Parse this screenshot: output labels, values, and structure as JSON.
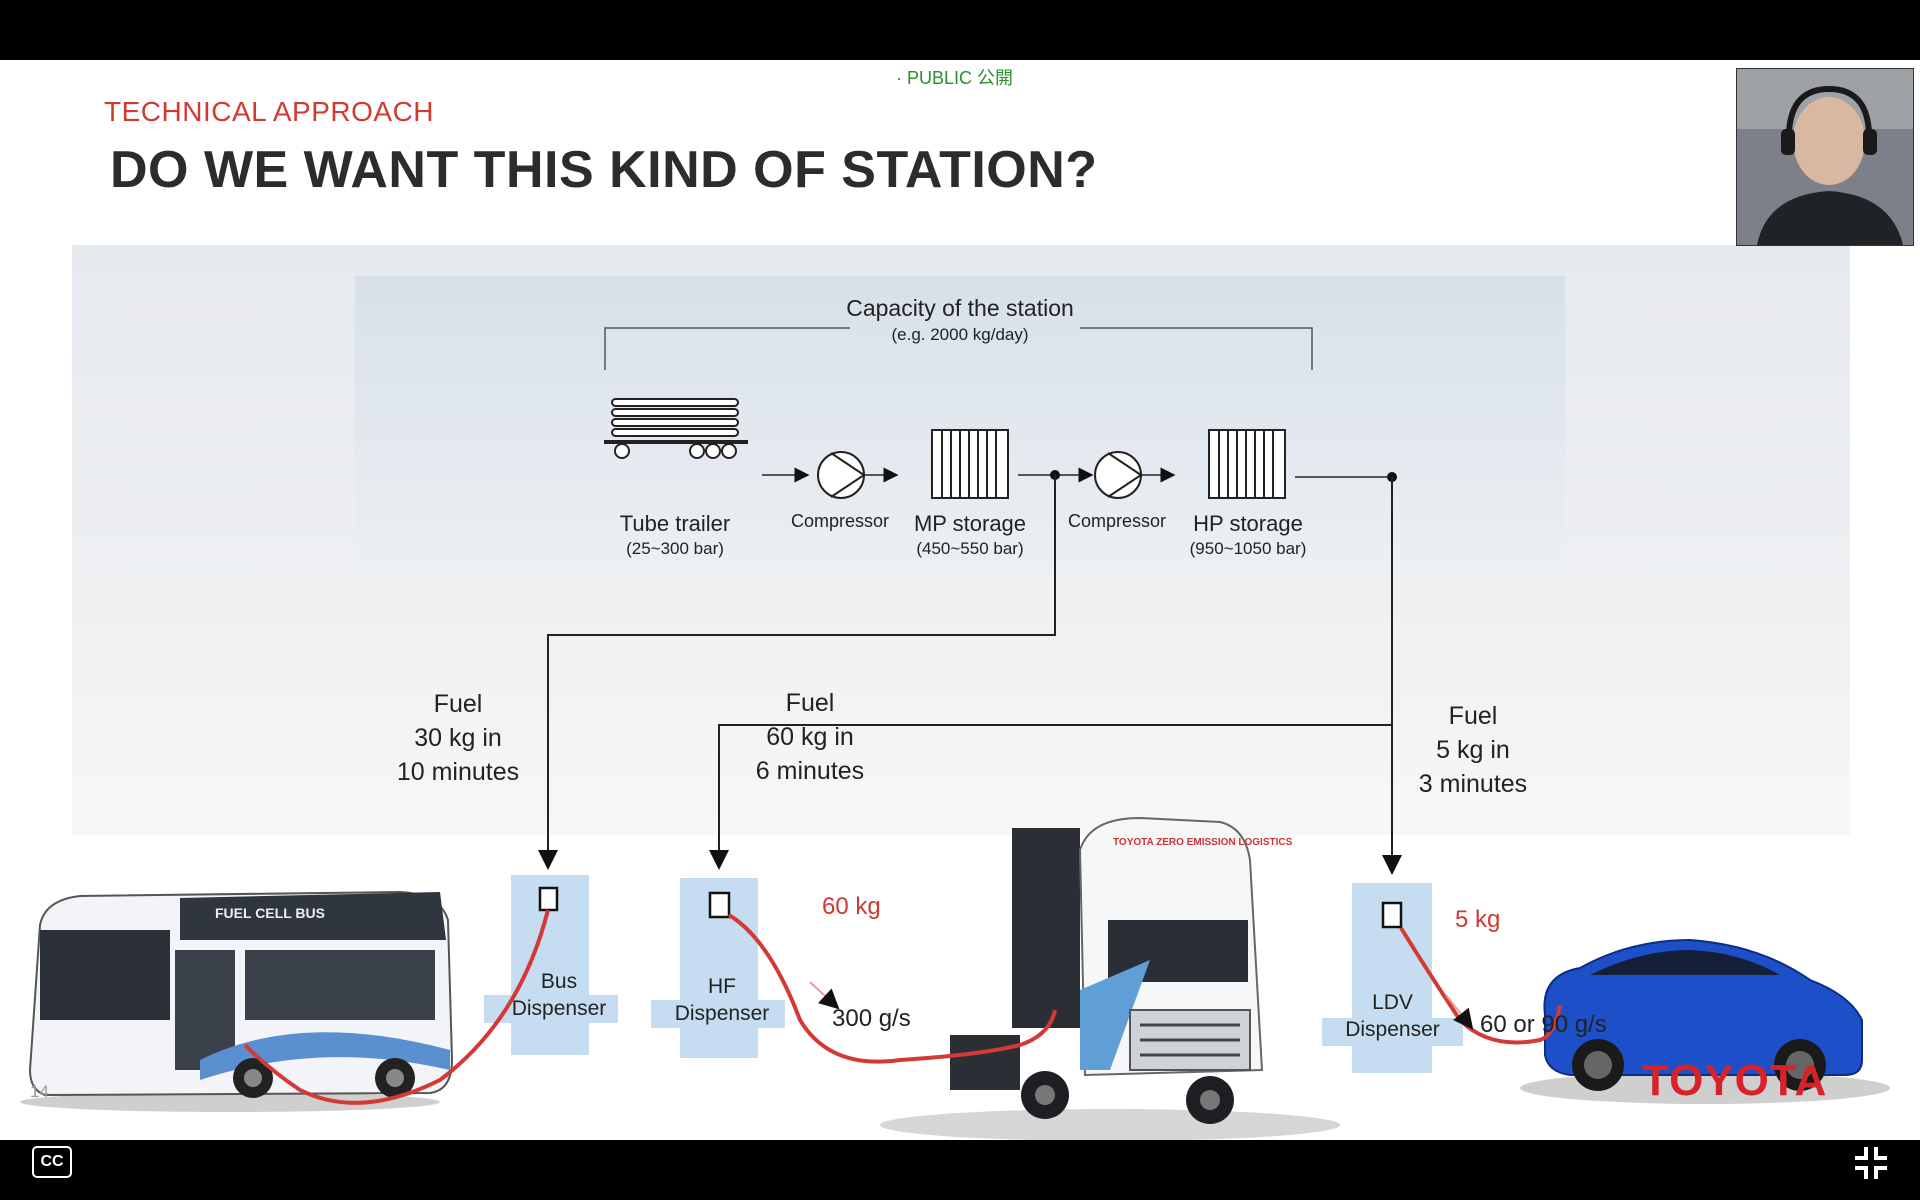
{
  "slide": {
    "public_tag": "· PUBLIC 公開",
    "section_label": "TECHNICAL APPROACH",
    "title": "DO WE WANT THIS KIND OF STATION?",
    "slide_number": "14",
    "brand": "TOYOTA"
  },
  "capacity": {
    "title": "Capacity of the station",
    "subtitle": "(e.g. 2000 kg/day)"
  },
  "components": [
    {
      "name": "Tube trailer",
      "spec": "(25~300 bar)"
    },
    {
      "name": "Compressor",
      "spec": ""
    },
    {
      "name": "MP storage",
      "spec": "(450~550 bar)"
    },
    {
      "name": "Compressor",
      "spec": ""
    },
    {
      "name": "HP storage",
      "spec": "(950~1050 bar)"
    }
  ],
  "fuel_specs": [
    {
      "l1": "Fuel",
      "l2": "30 kg in",
      "l3": "10 minutes"
    },
    {
      "l1": "Fuel",
      "l2": "60 kg in",
      "l3": "6 minutes"
    },
    {
      "l1": "Fuel",
      "l2": "5 kg in",
      "l3": "3 minutes"
    }
  ],
  "dispensers": [
    {
      "l1": "Bus",
      "l2": "Dispenser"
    },
    {
      "l1": "HF",
      "l2": "Dispenser"
    },
    {
      "l1": "LDV",
      "l2": "Dispenser"
    }
  ],
  "transfer": {
    "hf_amount": "60 kg",
    "hf_rate": "300 g/s",
    "ldv_amount": "5 kg",
    "ldv_rate": "60 or 90 g/s"
  },
  "vehicles": {
    "bus_text": "FUEL CELL BUS",
    "truck_text": "TOYOTA ZERO EMISSION LOGISTICS"
  },
  "player": {
    "cc_label": "CC"
  },
  "colors": {
    "accent_red": "#d13a2f",
    "public_green": "#2e8b2e",
    "dispenser_blue": "#c6dcf0",
    "hose_red": "#d33a35"
  }
}
